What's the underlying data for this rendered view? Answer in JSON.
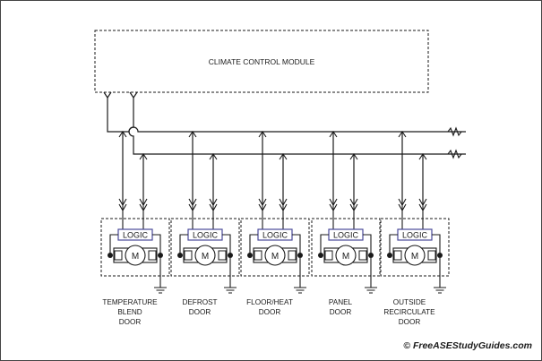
{
  "module": {
    "label": "CLIMATE CONTROL MODULE"
  },
  "actuators": [
    {
      "logic": "LOGIC",
      "motor": "M",
      "caption": [
        "TEMPERATURE",
        "BLEND",
        "DOOR"
      ]
    },
    {
      "logic": "LOGIC",
      "motor": "M",
      "caption": [
        "DEFROST",
        "DOOR"
      ]
    },
    {
      "logic": "LOGIC",
      "motor": "M",
      "caption": [
        "FLOOR/HEAT",
        "DOOR"
      ]
    },
    {
      "logic": "LOGIC",
      "motor": "M",
      "caption": [
        "PANEL",
        "DOOR"
      ]
    },
    {
      "logic": "LOGIC",
      "motor": "M",
      "caption": [
        "OUTSIDE",
        "RECIRCULATE",
        "DOOR"
      ]
    }
  ],
  "copyright": "© FreeASEStudyGuides.com",
  "colors": {
    "line": "#1a1a1a",
    "logic_box": "#4a4a9a",
    "background": "#ffffff"
  }
}
